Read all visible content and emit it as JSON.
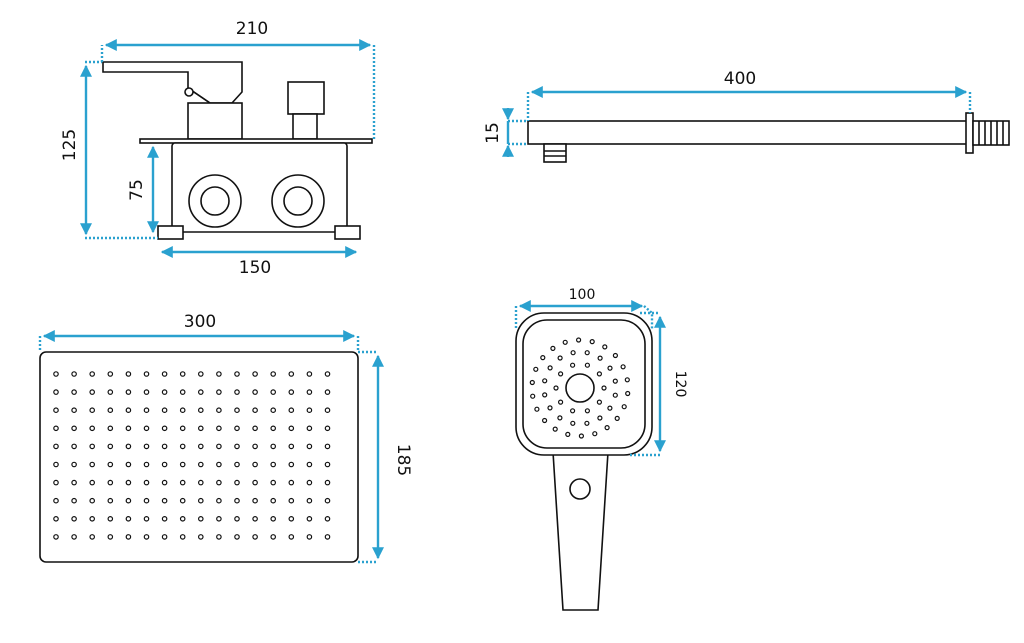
{
  "colors": {
    "dimension": "#2aa1cf",
    "outline": "#111111",
    "background": "#ffffff"
  },
  "mixer": {
    "width_label": "210",
    "height_label": "125",
    "body_height_label": "75",
    "body_width_label": "150"
  },
  "arm": {
    "length_label": "400",
    "diameter_label": "15"
  },
  "rain_head": {
    "width_label": "300",
    "depth_label": "185"
  },
  "hand_shower": {
    "width_label": "100",
    "height_label": "120"
  }
}
